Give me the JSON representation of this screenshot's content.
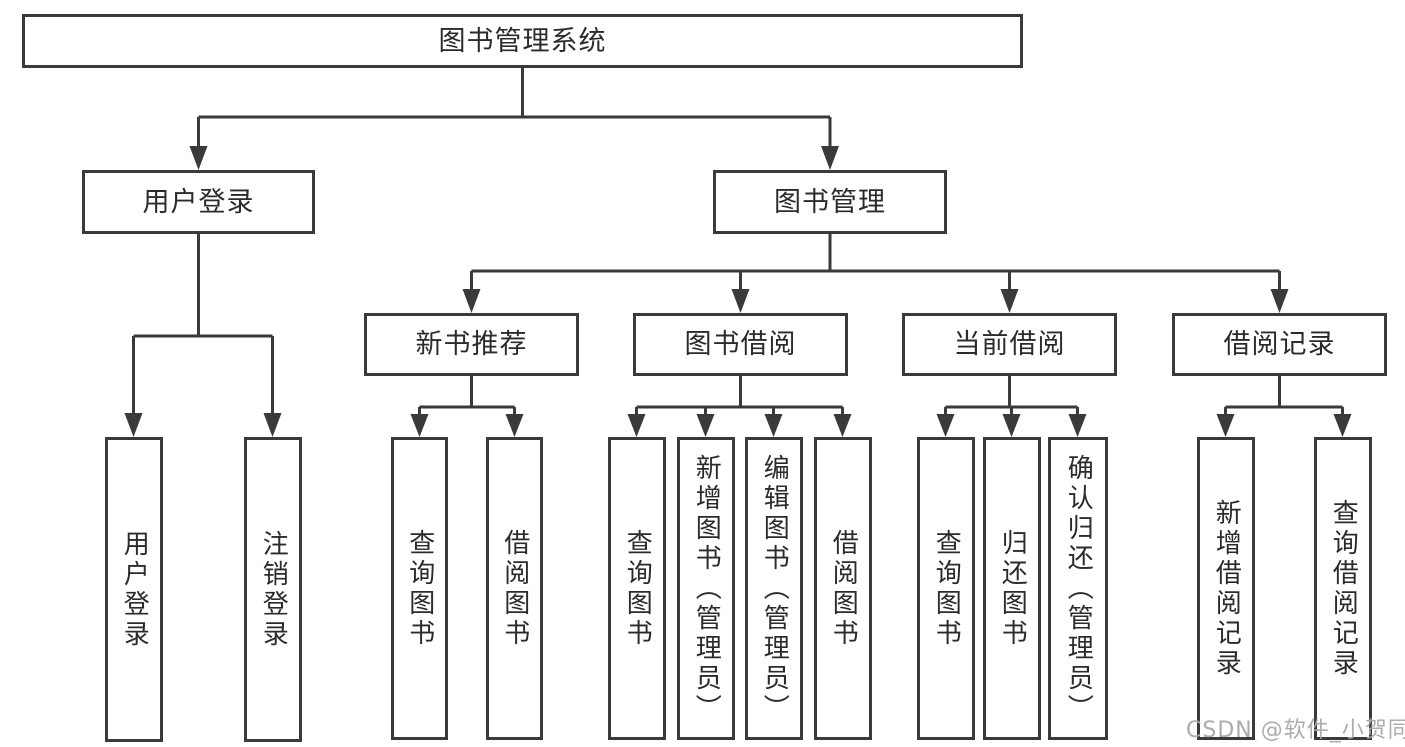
{
  "title": "图书管理系统",
  "level1": [
    {
      "label": "用户登录"
    },
    {
      "label": "图书管理"
    }
  ],
  "level2": [
    {
      "label": "新书推荐"
    },
    {
      "label": "图书借阅"
    },
    {
      "label": "当前借阅"
    },
    {
      "label": "借阅记录"
    }
  ],
  "leaves": {
    "user_login": [
      "用户登录",
      "注销登录"
    ],
    "new_books": [
      "查询图书",
      "借阅图书"
    ],
    "book_borrow": [
      "查询图书",
      "新增图书（管理员）",
      "编辑图书（管理员）",
      "借阅图书"
    ],
    "current_borrow": [
      "查询图书",
      "归还图书",
      "确认归还（管理员）"
    ],
    "borrow_records": [
      "新增借阅记录",
      "查询借阅记录"
    ]
  },
  "watermark": {
    "text": "CSDN @软件_小贺同学"
  },
  "colors": {
    "line": "#3a3a3a",
    "text": "#2b2b2b",
    "watermark": "#a8a8a8"
  }
}
